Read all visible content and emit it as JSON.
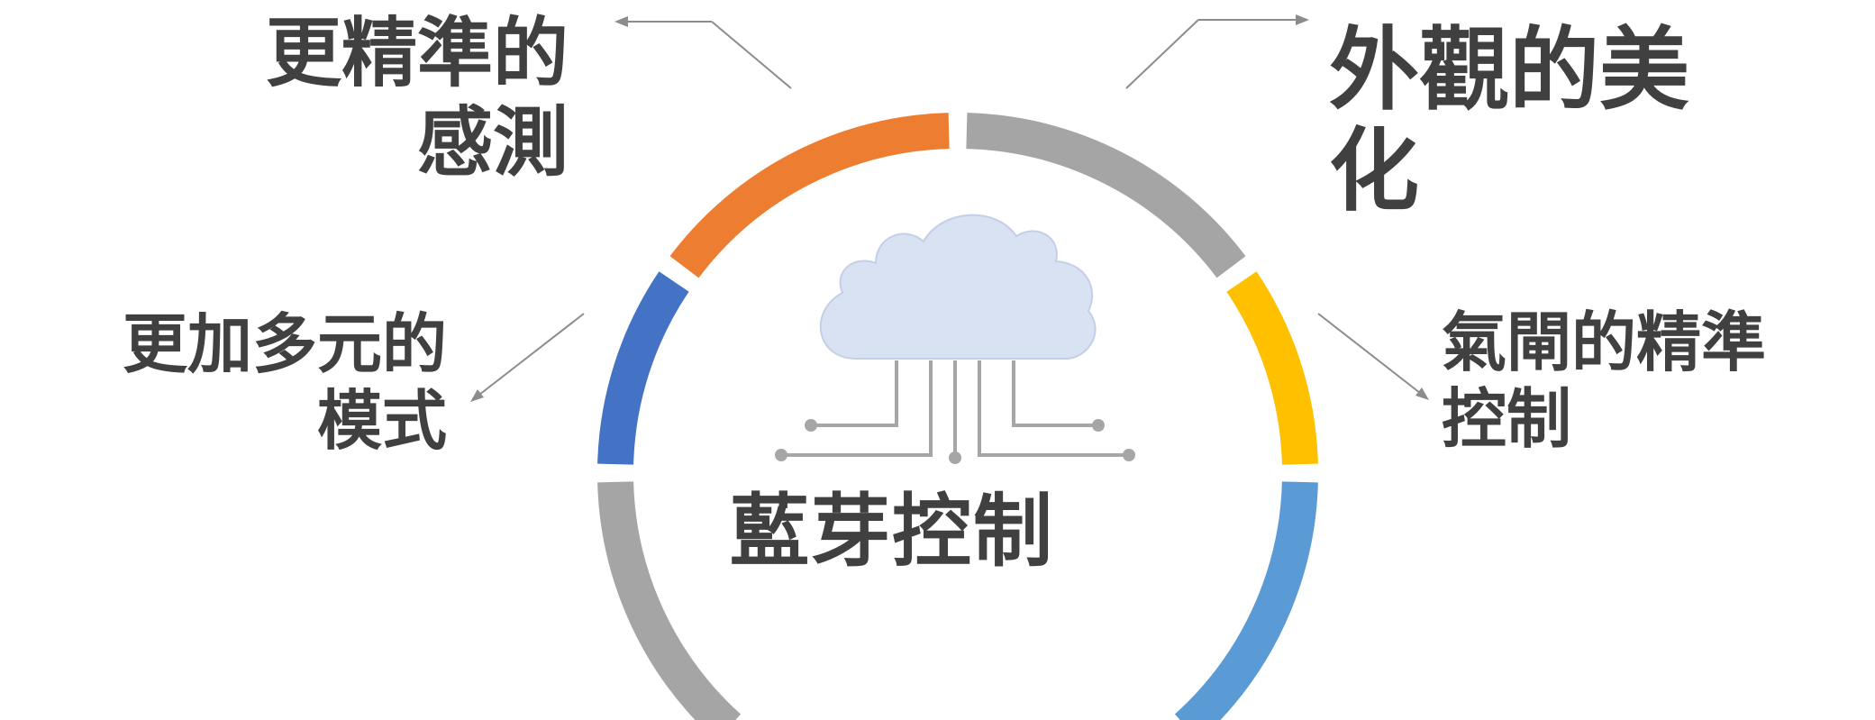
{
  "center_label": "藍芽控制",
  "icon": "cloud-circuit-icon",
  "features": [
    {
      "position": "top-left",
      "lines": [
        "更精準的",
        "感測"
      ],
      "color": "#ED7D31"
    },
    {
      "position": "middle-left",
      "lines": [
        "更加多元的",
        "模式"
      ],
      "color": "#4472C4"
    },
    {
      "position": "top-right",
      "lines": [
        "外觀的美",
        "化"
      ],
      "color": "#A5A5A5"
    },
    {
      "position": "middle-right",
      "lines": [
        "氣閘的精準",
        "控制"
      ],
      "color": "#FFC000"
    }
  ],
  "arc_colors": {
    "left_bottom": "#A5A5A5",
    "left_mid": "#4472C4",
    "top_left": "#ED7D31",
    "top_right": "#A5A5A5",
    "right_mid": "#FFC000",
    "right_bottom": "#5B9BD5"
  }
}
